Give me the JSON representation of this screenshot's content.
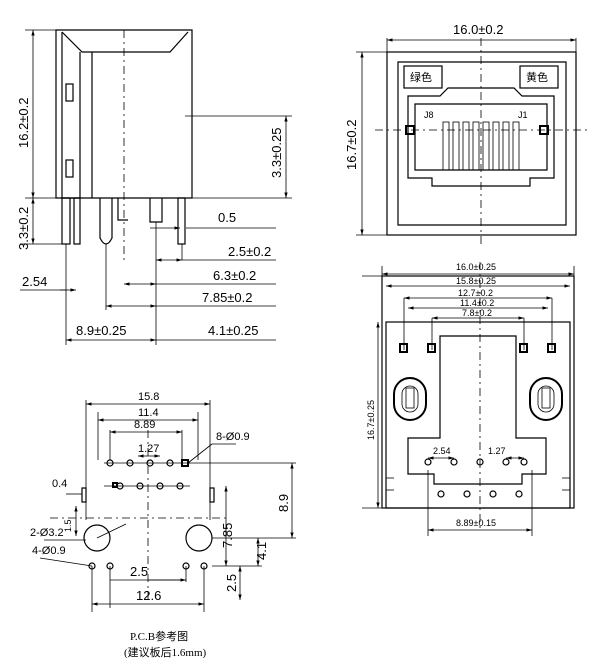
{
  "side_view": {
    "dims": {
      "height": "16.2±0.2",
      "tab": "3.3±0.25",
      "pin_len": "3.3±0.2",
      "pin_w": "0.5",
      "d1": "2.5±0.2",
      "d2": "6.3±0.2",
      "d3": "7.85±0.2",
      "d4": "8.9±0.25",
      "d5": "4.1±0.25",
      "d6": "2.54"
    }
  },
  "front_view": {
    "dims": {
      "width": "16.0±0.2",
      "height": "16.7±0.2"
    },
    "led_left": "绿色",
    "led_right": "黄色",
    "pin_left": "J8",
    "pin_right": "J1"
  },
  "bottom_view": {
    "dims": {
      "w1": "16.0±0.25",
      "w2": "15.8±0.25",
      "w3": "12.7±0.2",
      "w4": "11.4±0.2",
      "w5": "7.8±0.2",
      "height": "16.7±0.25",
      "p1": "2.54",
      "p2": "1.27",
      "span": "8.89±0.15"
    }
  },
  "pcb_view": {
    "dims": {
      "w1": "15.8",
      "w2": "11.4",
      "w3": "8.89",
      "w4": "1.27",
      "holes_a": "8-Ø0.9",
      "holes_b": "2-Ø3.2",
      "holes_c": "4-Ø0.9",
      "v1": "0.4",
      "v2": "1.5",
      "h1": "8.9",
      "h2": "7.85",
      "h3": "4.1",
      "h4": "2.5",
      "w5": "2.5",
      "w6": "12.6"
    },
    "caption_1": "P.C.B参考图",
    "caption_2": "(建议板后1.6mm)"
  }
}
